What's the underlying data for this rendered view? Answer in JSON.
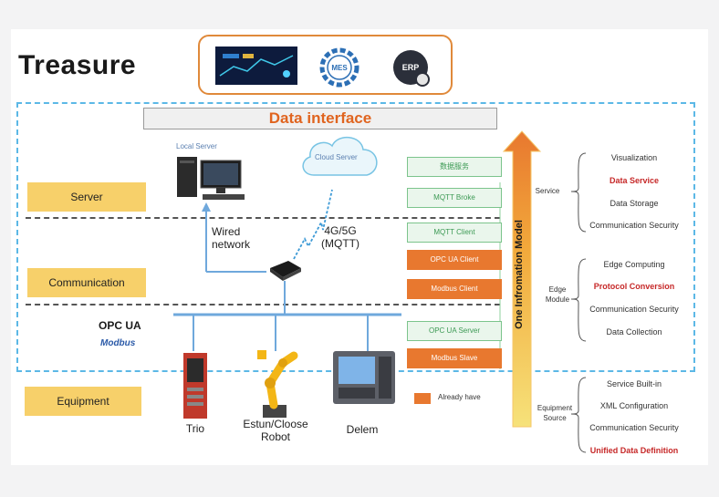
{
  "title": "Treasure",
  "data_interface": "Data interface",
  "layers": [
    "Server",
    "Communication",
    "Equipment"
  ],
  "local_server": "Local Server",
  "cloud_server": "Cloud Server",
  "wired_network": "Wired network",
  "wireless": "4G/5G (MQTT)",
  "protocols": {
    "opc": "OPC UA",
    "modbus": "Modbus"
  },
  "devices": [
    "Trio",
    "Estun/Cloose Robot",
    "Delem"
  ],
  "logos": {
    "mes": "MES",
    "erp": "ERP"
  },
  "module_boxes": [
    {
      "label": "数据服务",
      "style": "green"
    },
    {
      "label": "MQTT Broke",
      "style": "green"
    },
    {
      "label": "MQTT Client",
      "style": "green"
    },
    {
      "label": "OPC UA Client",
      "style": "orange"
    },
    {
      "label": "Modbus Client",
      "style": "orange"
    },
    {
      "label": "OPC UA Server",
      "style": "green"
    },
    {
      "label": "Modbus Slave",
      "style": "orange"
    }
  ],
  "info_model": "One Infromation Model",
  "legend": "Already have",
  "categories": {
    "service": {
      "label": "Service",
      "items": [
        "Visualization",
        "Data Service",
        "Data Storage",
        "Communication Security"
      ]
    },
    "edge": {
      "label": "Edge Module",
      "items": [
        "Edge Computing",
        "Protocol Conversion",
        "Communication Security",
        "Data Collection"
      ]
    },
    "equipment": {
      "label": "Equipment Source",
      "items": [
        "Service Built-in",
        "XML Configuration",
        "Communication Security",
        "Unified Data Definition"
      ]
    }
  },
  "colors": {
    "accent": "#e8782f",
    "frame": "#5cb8e6",
    "label_bg": "#f7d06a",
    "network": "#6fa8dc",
    "highlight": "#c62828"
  }
}
